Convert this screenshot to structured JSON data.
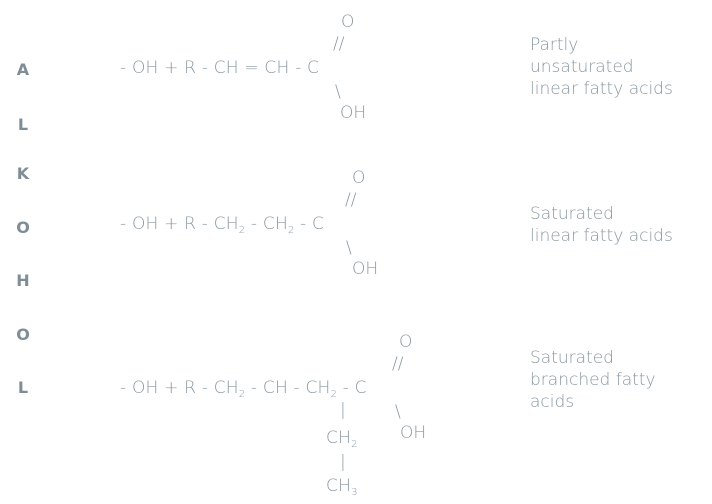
{
  "side_letters": [
    "A",
    "L",
    "K",
    "O",
    "H",
    "O",
    "L"
  ],
  "reactions": [
    {
      "chain_prefix": "- OH + R - CH = CH - ",
      "carbon": "C",
      "double_bond": "//",
      "oxygen": "O",
      "single_bond": "\\",
      "hydroxyl": "OH",
      "description": [
        "Partly",
        "unsaturated",
        "linear fatty acids"
      ]
    },
    {
      "chain": [
        "- OH + R - CH",
        "2",
        " - CH",
        "2",
        " - "
      ],
      "carbon": "C",
      "double_bond": "//",
      "oxygen": "O",
      "single_bond": "\\",
      "hydroxyl": "OH",
      "description": [
        "Saturated",
        "linear fatty acids"
      ]
    },
    {
      "chain": [
        "- OH + R - CH",
        "2",
        " - CH - CH",
        "2",
        " - "
      ],
      "carbon": "C",
      "double_bond": "//",
      "oxygen": "O",
      "single_bond": "\\",
      "hydroxyl": "OH",
      "branch_bond_1": "|",
      "branch_group_1": [
        "CH",
        "2"
      ],
      "branch_bond_2": "|",
      "branch_group_2": [
        "CH",
        "3"
      ],
      "description": [
        "Saturated",
        "branched fatty",
        "acids"
      ]
    }
  ]
}
